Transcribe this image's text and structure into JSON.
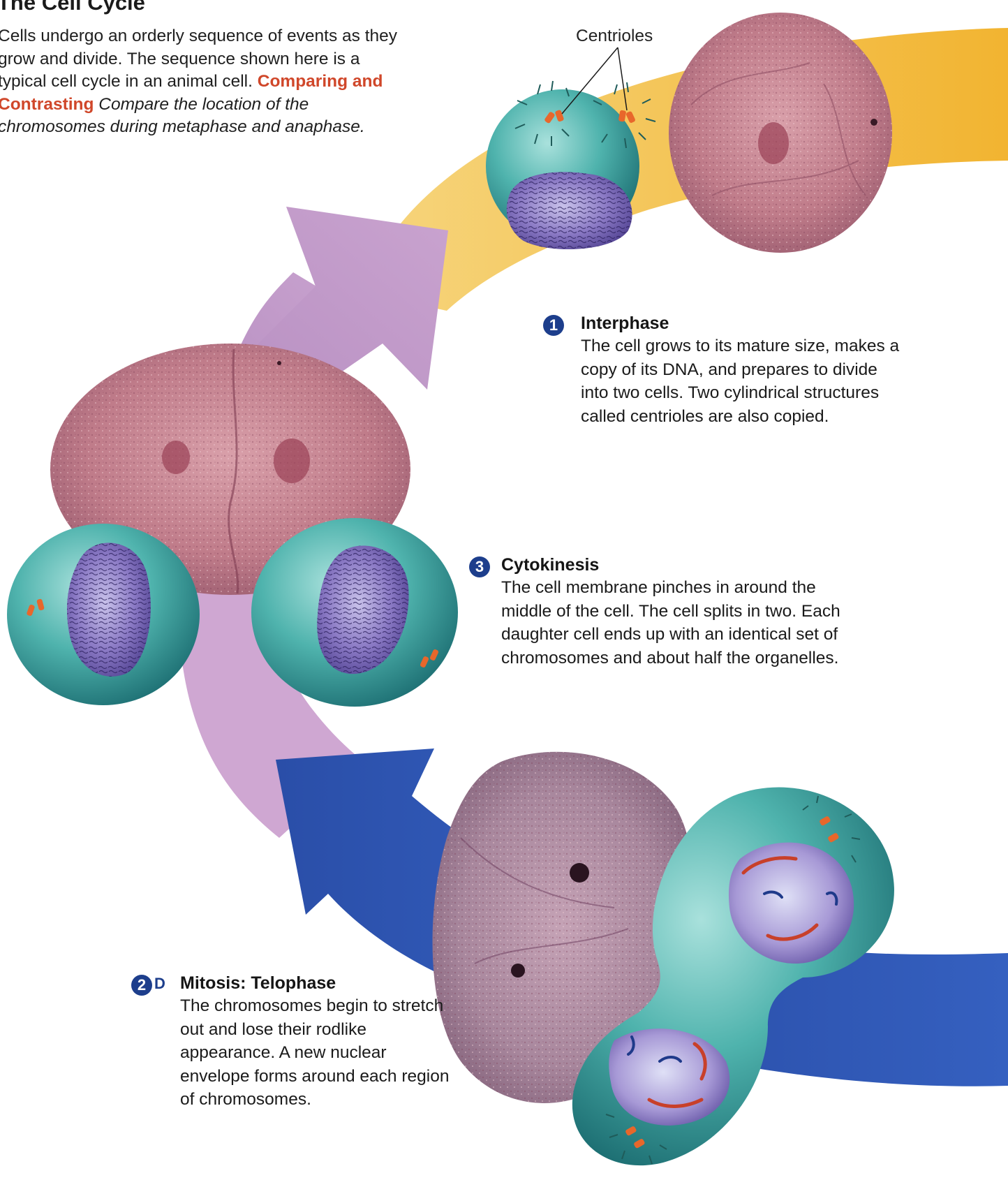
{
  "title": "The Cell Cycle",
  "intro": {
    "text": "Cells undergo an orderly sequence of events as they grow and divide. The sequence shown here is a typical cell cycle in an animal cell.",
    "skill": "Comparing and Contrasting",
    "question": "Compare the location of the chromosomes during metaphase and anaphase."
  },
  "labels": {
    "centrioles": "Centrioles"
  },
  "steps": {
    "interphase": {
      "number": "1",
      "title": "Interphase",
      "text": "The cell grows to its mature size, makes a copy of its DNA, and prepares to divide into two cells. Two cylindrical structures called centrioles are also copied."
    },
    "cytokinesis": {
      "number": "3",
      "title": "Cytokinesis",
      "text": "The cell membrane pinches in around the middle of the cell. The cell splits in two. Each daughter cell ends up with an identical set of chromosomes and about half the organelles."
    },
    "telophase": {
      "number": "2",
      "sub": "D",
      "title": "Mitosis: Telophase",
      "text": "The chromosomes begin to stretch out and lose their rodlike appearance. A new nuclear envelope forms around each region of chromosomes."
    }
  },
  "colors": {
    "interphase_arrow": "#f3c24a",
    "cytokinesis_arrow": "#c79bcb",
    "mitosis_arrow": "#2f56b0",
    "cell_body": "#3fa7a3",
    "nucleus": "#7a67b3",
    "micrograph": "#c98a96",
    "centriole": "#e8672b",
    "step_number": "#1d3e8c",
    "skill_text": "#d0472a"
  }
}
